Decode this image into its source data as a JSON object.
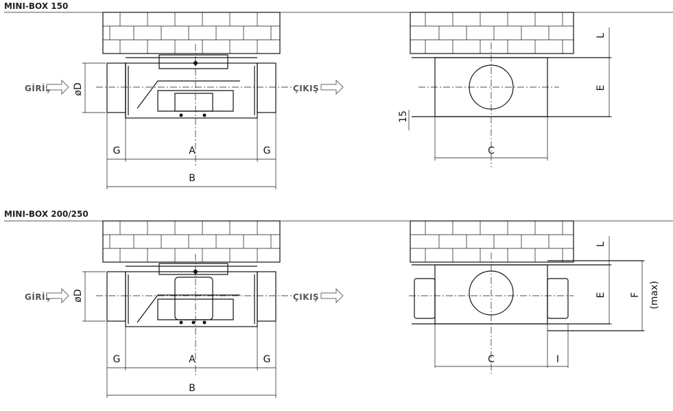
{
  "section1": {
    "title": "MINI-BOX 150",
    "inlet": "GİRİŞ",
    "outlet": "ÇIKIŞ",
    "dims": {
      "diameter": "øD",
      "g_left": "G",
      "a": "A",
      "g_right": "G",
      "b": "B",
      "c": "C",
      "l": "L",
      "e": "E",
      "fifteen": "15"
    }
  },
  "section2": {
    "title": "MINI-BOX 200/250",
    "inlet": "GİRİŞ",
    "outlet": "ÇIKIŞ",
    "dims": {
      "diameter": "øD",
      "g_left": "G",
      "a": "A",
      "g_right": "G",
      "b": "B",
      "c": "C",
      "i": "I",
      "l": "L",
      "e": "E",
      "f": "F",
      "max": "(max)"
    }
  },
  "colors": {
    "line": "#111111",
    "arrow": "#666666",
    "label": "#555555"
  },
  "icons": [
    "flow-arrow-icon",
    "brick-wall-icon"
  ]
}
